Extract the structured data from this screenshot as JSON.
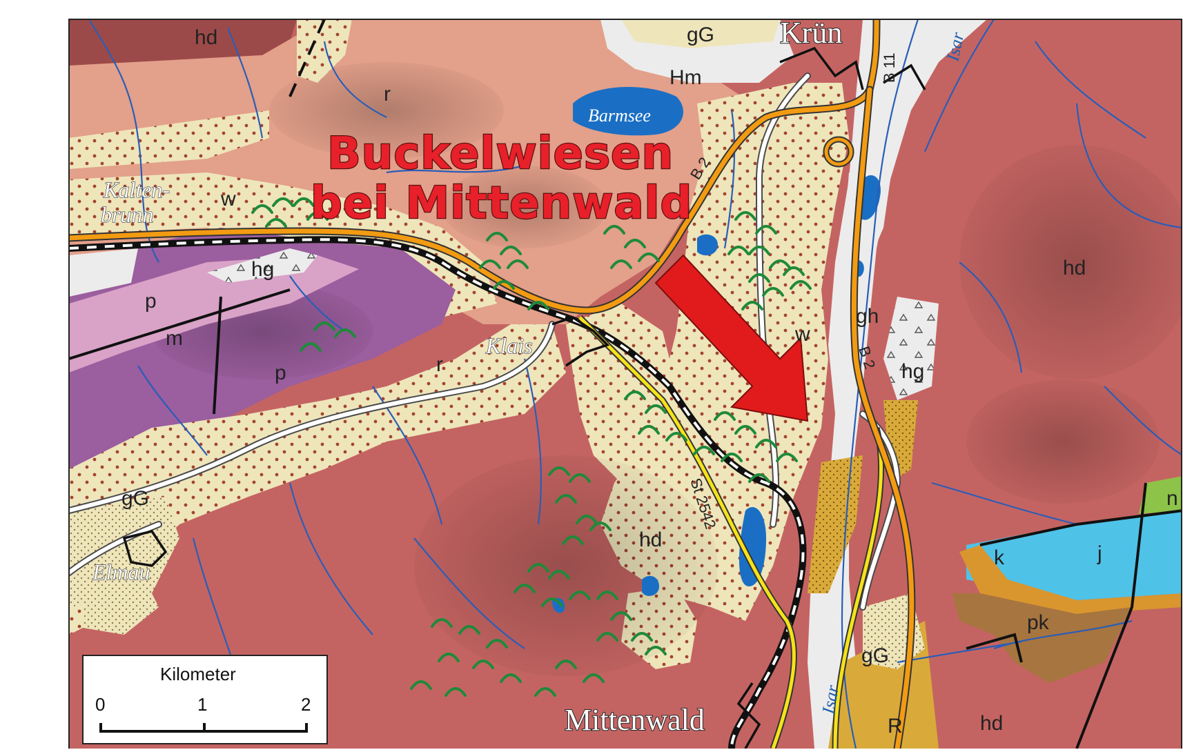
{
  "title": {
    "line1": "Buckelwiesen",
    "line2": "bei Mittenwald"
  },
  "towns": {
    "kruen": "Krün",
    "mittenwald": "Mittenwald"
  },
  "places": {
    "kaltenbrunn_line1": "Kalten-",
    "kaltenbrunn_line2": "brunn",
    "klais": "Klais",
    "elmau": "Elmau"
  },
  "water": {
    "barmsee": "Barmsee",
    "isar": "Isar"
  },
  "roads": {
    "b2": "B 2",
    "b11": "B 11",
    "st2542": "St 2542"
  },
  "units": {
    "hd": "hd",
    "gG": "gG",
    "Hm": "Hm",
    "r": "r",
    "w": "w",
    "hg": "hg",
    "p": "p",
    "m": "m",
    "gh": "gh",
    "n": "n",
    "k": "k",
    "j": "j",
    "pk": "pk",
    "R": "R"
  },
  "scale_bar": {
    "label": "Kilometer",
    "tick0": "0",
    "tick1": "1",
    "tick2": "2"
  },
  "colors": {
    "hauptdolomit": "#c46462",
    "raibl": "#e3a08a",
    "gravel": "#eee5bb",
    "partnach": "#9b5e9e",
    "muschelkalk": "#d9a2c7",
    "alluvium": "#ececec",
    "lake": "#1a6fc4",
    "river_line": "#2a5db8",
    "road_major": "#f29b12",
    "road_minor": "#ffffff",
    "road_yellow": "#f5e21a",
    "arrow": "#e11b1b",
    "title": "#e8202a",
    "ochre": "#d9aa3a",
    "jura": "#4fc2e8",
    "kreide": "#a7753f",
    "neocom": "#8dc348",
    "hummock_symbol": "#1f8a3a"
  }
}
